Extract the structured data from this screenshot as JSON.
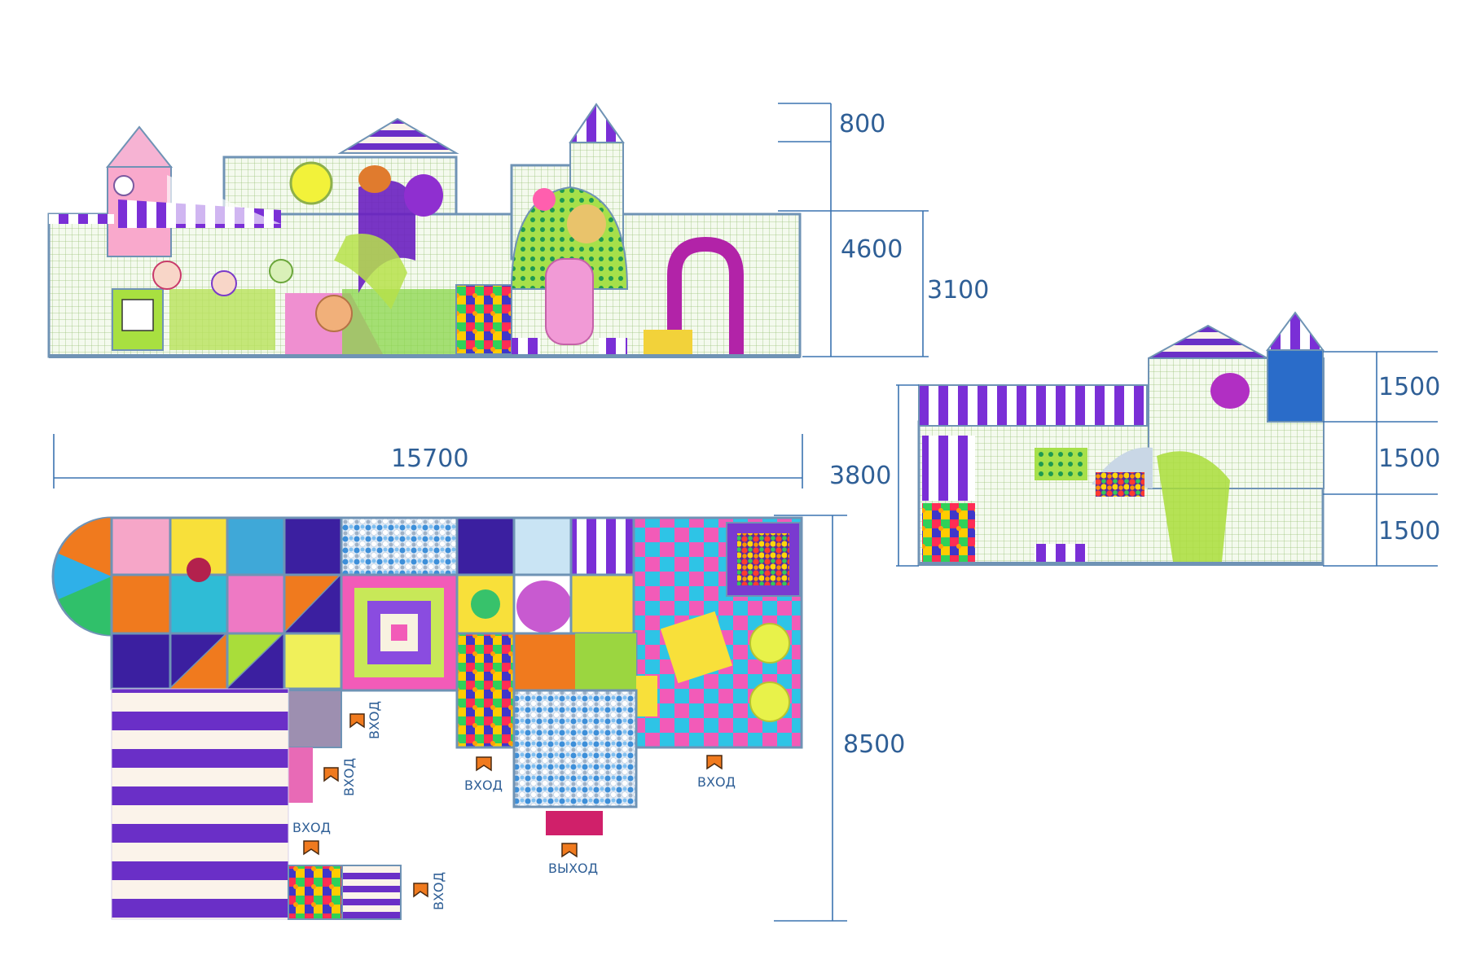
{
  "dimensions": {
    "front_height_top": "800",
    "front_height_total": "4600",
    "front_height_low": "3100",
    "plan_width": "15700",
    "side_height": "3800",
    "side_levels": [
      "1500",
      "1500",
      "1500"
    ],
    "plan_depth": "8500"
  },
  "labels": {
    "entrance": "ВХОД",
    "exit": "ВЫХОД"
  },
  "colors": {
    "dim_line": "#3b73b0",
    "dim_text": "#2f5f96",
    "purple": "#6a2fc7",
    "pink": "#ef4fb0",
    "lime": "#a9e23a",
    "cyan": "#38c7e0",
    "orange": "#f07a1e",
    "frame": "#6f93b5",
    "net": "#d8e8c8"
  }
}
